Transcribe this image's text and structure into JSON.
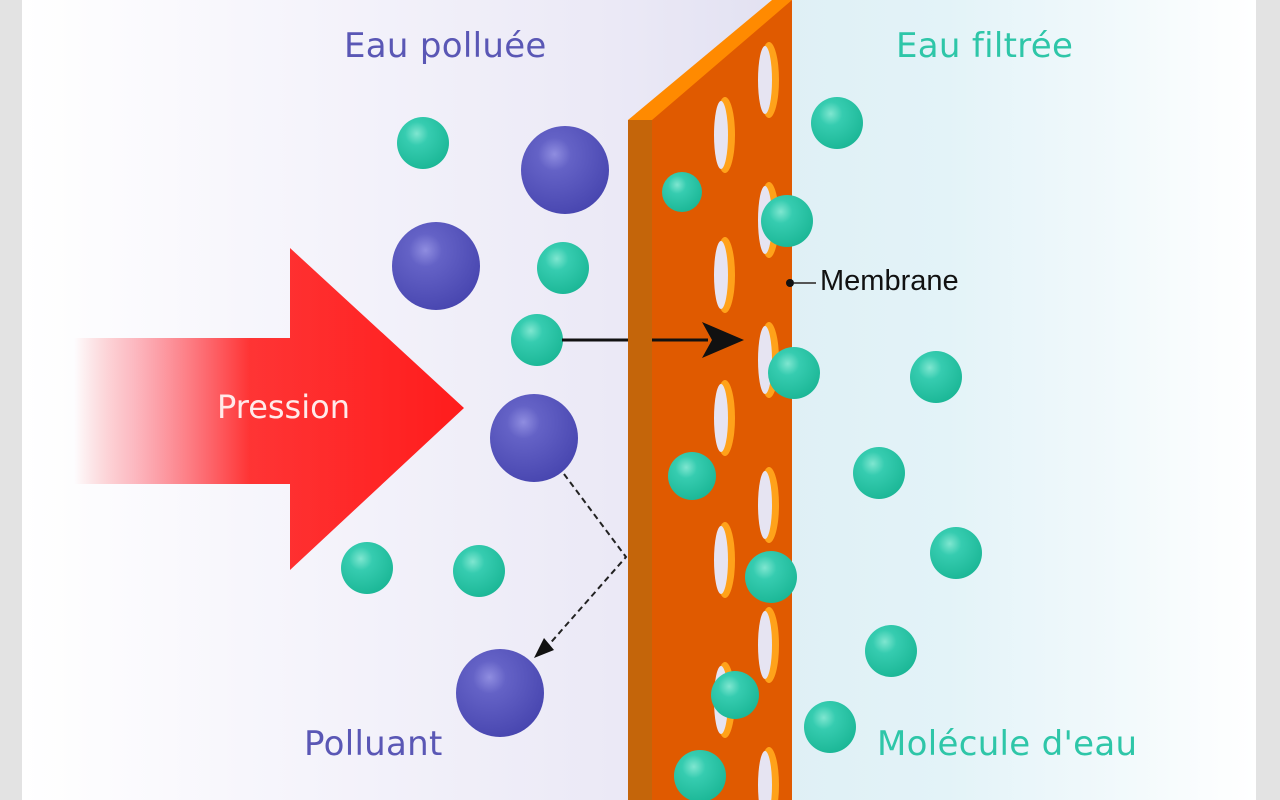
{
  "diagram": {
    "title_left": "Eau polluée",
    "title_right": "Eau filtrée",
    "pressure_label": "Pression",
    "membrane_label": "Membrane",
    "pollutant_label": "Polluant",
    "water_molecule_label": "Molécule d'eau",
    "colors": {
      "pollutant": "#5452b8",
      "water": "#2fc7aa",
      "pressure_arrow": "#ff1c1c",
      "membrane_front": "#e05a00",
      "membrane_side": "#c4650a",
      "membrane_top": "#ff8a00",
      "pore_rim": "#ffa21a",
      "left_text": "#5a57b5",
      "right_text": "#2ec6a8"
    },
    "flows": [
      {
        "name": "water-passes-membrane",
        "style": "solid"
      },
      {
        "name": "pollutant-rejected",
        "style": "dashed"
      }
    ]
  }
}
